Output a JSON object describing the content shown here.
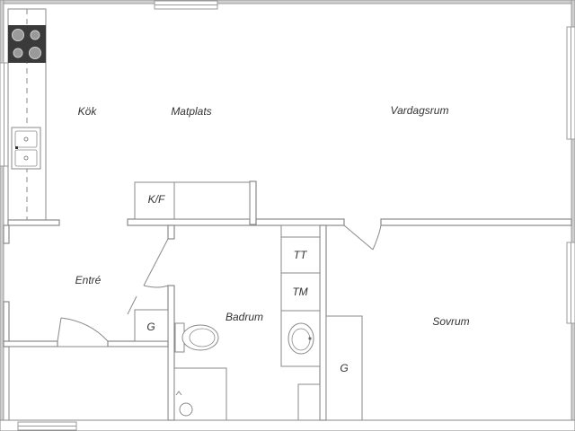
{
  "floorplan": {
    "rooms": {
      "kok": "Kök",
      "matplats": "Matplats",
      "vardagsrum": "Vardagsrum",
      "entre": "Entré",
      "badrum": "Badrum",
      "sovrum": "Sovrum"
    },
    "fixtures": {
      "fridge_freezer": "K/F",
      "dryer": "TT",
      "washer": "TM",
      "closet_hall": "G",
      "closet_bedroom": "G"
    }
  }
}
